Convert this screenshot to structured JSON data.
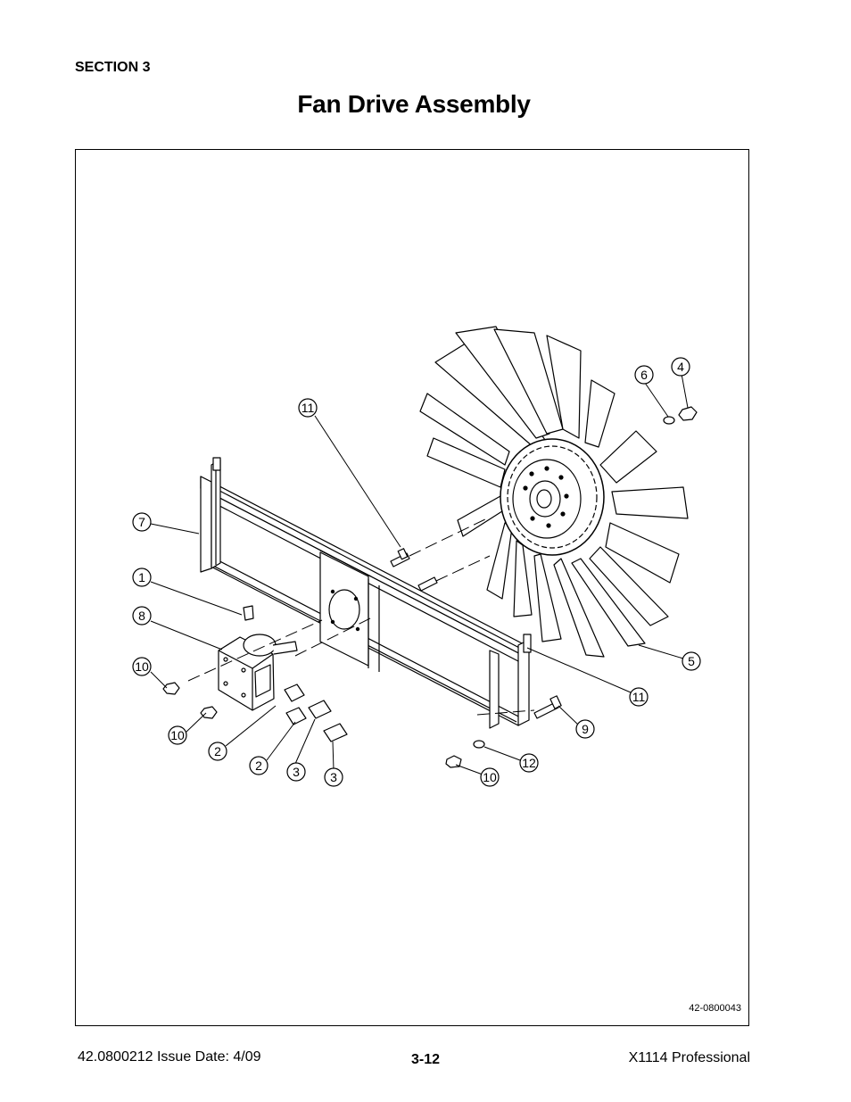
{
  "header": {
    "section": "SECTION 3",
    "title": "Fan Drive Assembly"
  },
  "figure": {
    "figure_number": "42-0800043",
    "callouts": {
      "c1": "1",
      "c2a": "2",
      "c2b": "2",
      "c3a": "3",
      "c3b": "3",
      "c4": "4",
      "c5": "5",
      "c6": "6",
      "c7": "7",
      "c8": "8",
      "c9": "9",
      "c10a": "10",
      "c10b": "10",
      "c10c": "10",
      "c11a": "11",
      "c11b": "11",
      "c12": "12"
    }
  },
  "footer": {
    "doc_info": "42.0800212  Issue Date: 4/09",
    "page_number": "3-12",
    "model": "X1114 Professional"
  }
}
